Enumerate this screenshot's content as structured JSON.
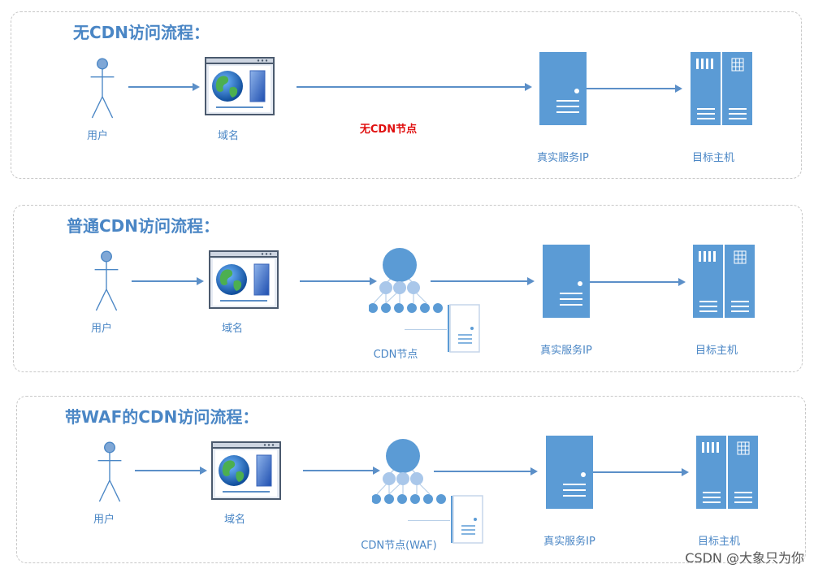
{
  "panels": [
    {
      "title": "无CDN访问流程：",
      "user_label": "用户",
      "domain_label": "域名",
      "cdn_label": "无CDN节点",
      "server_label": "真实服务IP",
      "host_label": "目标主机"
    },
    {
      "title": "普通CDN访问流程：",
      "user_label": "用户",
      "domain_label": "域名",
      "cdn_label": "CDN节点",
      "server_label": "真实服务IP",
      "host_label": "目标主机"
    },
    {
      "title": "带WAF的CDN访问流程：",
      "user_label": "用户",
      "domain_label": "域名",
      "cdn_label": "CDN节点(WAF)",
      "server_label": "真实服务IP",
      "host_label": "目标主机"
    }
  ],
  "watermark": "CSDN @大象只为你",
  "colors": {
    "primary": "#4a86c5",
    "server": "#5b9bd5",
    "highlight": "#e01010"
  },
  "icons": {
    "user": "stick-figure-icon",
    "domain": "browser-globe-icon",
    "cdn": "cdn-network-icon",
    "server": "server-icon",
    "host": "server-rack-icon"
  }
}
